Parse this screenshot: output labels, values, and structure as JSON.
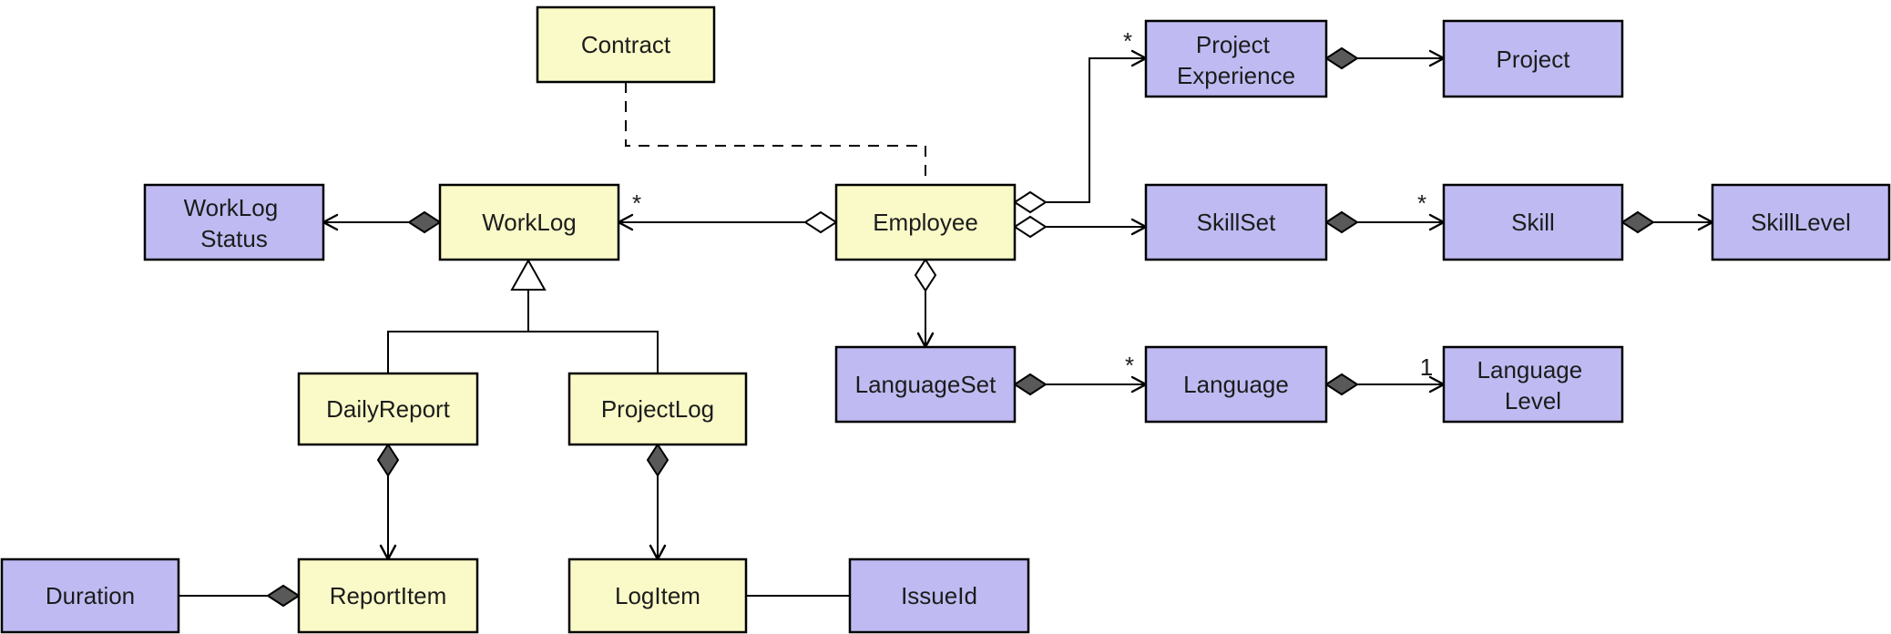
{
  "diagram": {
    "kind": "uml-class-diagram",
    "colors": {
      "yellow_fill": "#FAFAC8",
      "purple_fill": "#BFBBF2",
      "border": "#000000",
      "line_color": "#000000",
      "composition_diamond_fill": "#595959",
      "text": "#1C1C1C",
      "background": "#FFFFFF"
    },
    "nodes": {
      "contract": {
        "label": "Contract",
        "fill": "yellow"
      },
      "project_experience": {
        "line1": "Project",
        "line2": "Experience",
        "fill": "purple"
      },
      "project": {
        "label": "Project",
        "fill": "purple"
      },
      "worklog_status": {
        "line1": "WorkLog",
        "line2": "Status",
        "fill": "purple"
      },
      "worklog": {
        "label": "WorkLog",
        "fill": "yellow"
      },
      "employee": {
        "label": "Employee",
        "fill": "yellow"
      },
      "skillset": {
        "label": "SkillSet",
        "fill": "purple"
      },
      "skill": {
        "label": "Skill",
        "fill": "purple"
      },
      "skill_level": {
        "label": "SkillLevel",
        "fill": "purple"
      },
      "languageset": {
        "label": "LanguageSet",
        "fill": "purple"
      },
      "language": {
        "label": "Language",
        "fill": "purple"
      },
      "language_level": {
        "line1": "Language",
        "line2": "Level",
        "fill": "purple"
      },
      "daily_report": {
        "label": "DailyReport",
        "fill": "yellow"
      },
      "project_log": {
        "label": "ProjectLog",
        "fill": "yellow"
      },
      "duration": {
        "label": "Duration",
        "fill": "purple"
      },
      "report_item": {
        "label": "ReportItem",
        "fill": "yellow"
      },
      "log_item": {
        "label": "LogItem",
        "fill": "yellow"
      },
      "issue_id": {
        "label": "IssueId",
        "fill": "purple"
      }
    },
    "edges": [
      {
        "from": "Contract",
        "to": "Employee",
        "type": "dashed-dependency"
      },
      {
        "from": "WorkLog",
        "to": "WorkLogStatus",
        "type": "composition-arrow"
      },
      {
        "from": "Employee",
        "to": "WorkLog",
        "type": "aggregation-arrow",
        "multiplicity": "*"
      },
      {
        "from": "Employee",
        "to": "Project Experience",
        "type": "aggregation-arrow",
        "multiplicity": "*"
      },
      {
        "from": "Employee",
        "to": "SkillSet",
        "type": "aggregation-arrow"
      },
      {
        "from": "Employee",
        "to": "LanguageSet",
        "type": "aggregation-arrow"
      },
      {
        "from": "Project Experience",
        "to": "Project",
        "type": "composition-arrow"
      },
      {
        "from": "SkillSet",
        "to": "Skill",
        "type": "composition-arrow",
        "multiplicity": "*"
      },
      {
        "from": "Skill",
        "to": "SkillLevel",
        "type": "composition-arrow"
      },
      {
        "from": "LanguageSet",
        "to": "Language",
        "type": "composition-arrow",
        "multiplicity": "*"
      },
      {
        "from": "Language",
        "to": "Language Level",
        "type": "composition-arrow",
        "multiplicity": "1"
      },
      {
        "from": "DailyReport",
        "to": "WorkLog",
        "type": "generalization"
      },
      {
        "from": "ProjectLog",
        "to": "WorkLog",
        "type": "generalization"
      },
      {
        "from": "DailyReport",
        "to": "ReportItem",
        "type": "composition-arrow"
      },
      {
        "from": "ProjectLog",
        "to": "LogItem",
        "type": "composition-arrow"
      },
      {
        "from": "ReportItem",
        "to": "Duration",
        "type": "composition"
      },
      {
        "from": "LogItem",
        "to": "IssueId",
        "type": "association"
      }
    ]
  }
}
